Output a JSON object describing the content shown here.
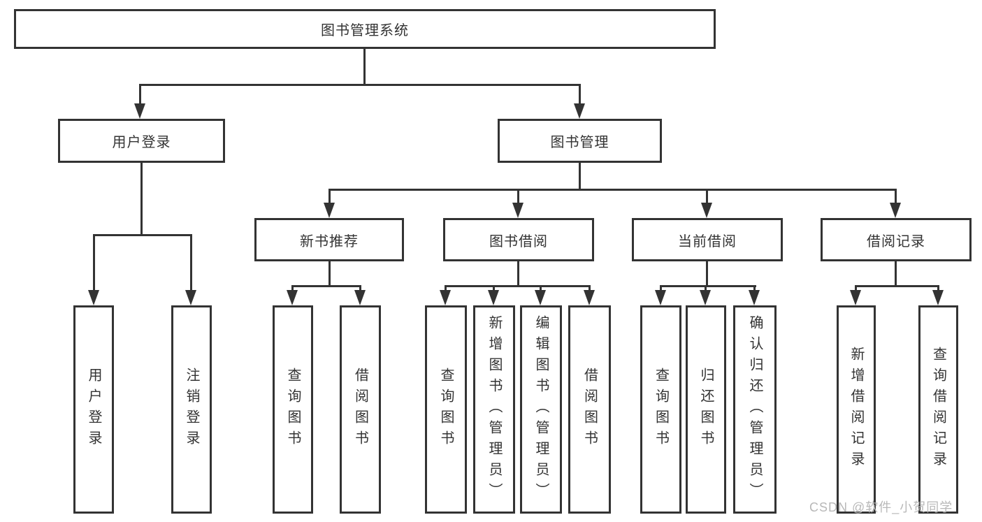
{
  "colors": {
    "line": "#333333",
    "text": "#333333",
    "bg": "#ffffff",
    "watermark": "#b8b8b8"
  },
  "watermark": {
    "text": "CSDN @软件_小贺同学"
  },
  "tree": {
    "root": {
      "label": "图书管理系统",
      "children": [
        {
          "label": "用户登录",
          "children": [
            {
              "label": "用户登录"
            },
            {
              "label": "注销登录"
            }
          ]
        },
        {
          "label": "图书管理",
          "children": [
            {
              "label": "新书推荐",
              "children": [
                {
                  "label": "查询图书"
                },
                {
                  "label": "借阅图书"
                }
              ]
            },
            {
              "label": "图书借阅",
              "children": [
                {
                  "label": "查询图书"
                },
                {
                  "label": "新增图书（管理员）"
                },
                {
                  "label": "编辑图书（管理员）"
                },
                {
                  "label": "借阅图书"
                }
              ]
            },
            {
              "label": "当前借阅",
              "children": [
                {
                  "label": "查询图书"
                },
                {
                  "label": "归还图书"
                },
                {
                  "label": "确认归还（管理员）"
                }
              ]
            },
            {
              "label": "借阅记录",
              "children": [
                {
                  "label": "新增借阅记录"
                },
                {
                  "label": "查询借阅记录"
                }
              ]
            }
          ]
        }
      ]
    }
  }
}
